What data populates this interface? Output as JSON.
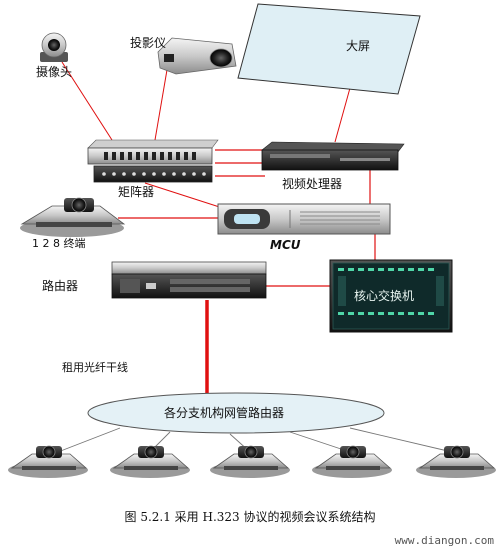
{
  "labels": {
    "camera": "摄像头",
    "projector": "投影仪",
    "big_screen": "大屏",
    "matrix": "矩阵器",
    "video_processor": "视频处理器",
    "terminal_128": "1 2 8 终端",
    "mcu": "MCU",
    "router": "路由器",
    "core_switch": "核心交换机",
    "leased_fiber": "租用光纤干线",
    "branch_routers": "各分支机构网管路由器"
  },
  "caption": "图 5.2.1    采用 H.323 协议的视频会议系统结构",
  "watermark": "www.diangon.com",
  "colors": {
    "link_red": "#e01010",
    "screen_fill": "#dfeff5",
    "ellipse_fill": "#e4f1f6",
    "device_dark": "#2a2a2a"
  }
}
